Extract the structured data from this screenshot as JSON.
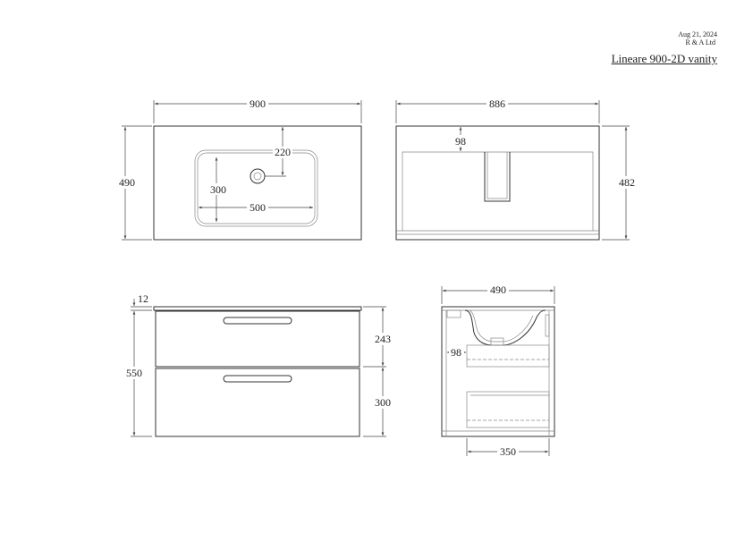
{
  "header": {
    "date": "Aug 21, 2024",
    "company": "R & A Ltd",
    "title": "Lineare 900-2D vanity"
  },
  "top_view": {
    "width": "900",
    "depth": "490",
    "tap_offset": "220",
    "bowl_depth": "300",
    "bowl_width": "500"
  },
  "rear_view": {
    "width": "886",
    "height": "482",
    "notch": "98"
  },
  "front_view": {
    "top_thickness": "12",
    "height": "550",
    "drawer_top": "243",
    "drawer_bottom": "300"
  },
  "side_view": {
    "depth": "490",
    "offset": "98",
    "drawer_depth": "350"
  }
}
